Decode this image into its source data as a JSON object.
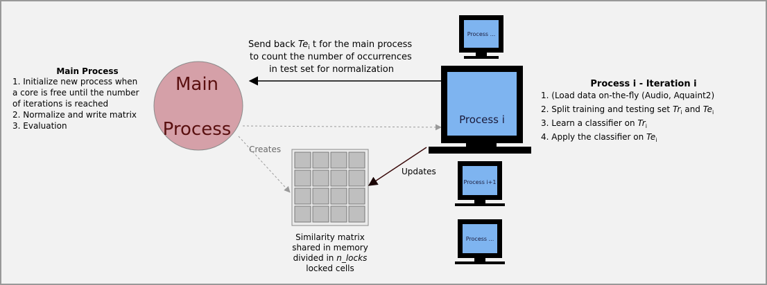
{
  "main_process": {
    "circle_label_line1": "Main",
    "circle_label_line2": "Process",
    "title": "Main Process",
    "steps": [
      "1. Initialize new process when",
      "a core is free until the number",
      "of iterations is reached",
      "2. Normalize and write matrix",
      "3. Evaluation"
    ]
  },
  "send_back": {
    "line1_prefix": "Send back ",
    "line1_var": "Te",
    "line1_sub": "i",
    "line1_suffix": " t for the main process",
    "line2": "to count the number of occurrences",
    "line3": "in test set for normalization"
  },
  "creates_label": "Creates",
  "updates_label": "Updates",
  "computers": {
    "main_label": "Process i",
    "top_label": "Process ...",
    "mid_label": "Process i+1",
    "bottom_label": "Process ..."
  },
  "matrix": {
    "rows": 4,
    "cols": 4,
    "caption": {
      "line1": "Similarity matrix",
      "line2": "shared in memory",
      "line3_prefix": "divided in ",
      "line3_var": "n_locks",
      "line4": "locked cells"
    }
  },
  "process_i": {
    "title": "Process i - Iteration i",
    "step1": "1. (Load data on-the-fly (Audio, Aquaint2)",
    "step2_prefix": "2. Split training and testing set ",
    "step2_var1": "Tr",
    "step2_sub1": "i",
    "step2_mid": " and ",
    "step2_var2": "Te",
    "step2_sub2": "i",
    "step3_prefix": "3. Learn a classifier on ",
    "step3_var": "Tr",
    "step3_sub": "i",
    "step4_prefix": "4. Apply the classifier on ",
    "step4_var": "Te",
    "step4_sub": "i"
  },
  "colors": {
    "background": "#f2f2f2",
    "border": "#999999",
    "circle_fill": "#d5a0a8",
    "circle_text": "#5a1010",
    "screen": "#7eb4f0",
    "monitor": "#000000",
    "matrix_cell": "#bfbfbf",
    "updates_arrow": "#3a0a0a",
    "dashed_arrow": "#999999"
  }
}
